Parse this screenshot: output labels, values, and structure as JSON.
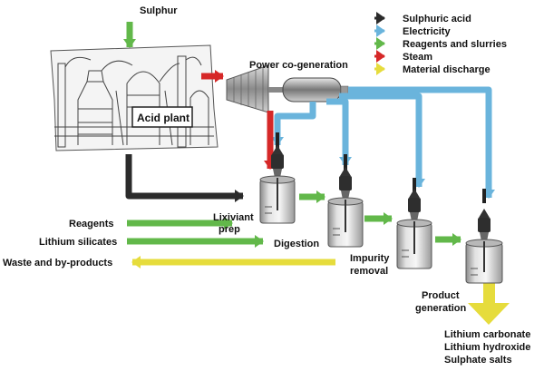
{
  "legend": [
    {
      "label": "Sulphuric acid",
      "color": "#2b2b2b"
    },
    {
      "label": "Electricity",
      "color": "#6ab4dc"
    },
    {
      "label": "Reagents and slurries",
      "color": "#62b84a"
    },
    {
      "label": "Steam",
      "color": "#d62828"
    },
    {
      "label": "Material discharge",
      "color": "#e6dc3c"
    }
  ],
  "labels": {
    "sulphur": "Sulphur",
    "acid_plant": "Acid plant",
    "power": "Power co-generation",
    "lixiviant_1": "Lixiviant",
    "lixiviant_2": "prep",
    "reagents": "Reagents",
    "lithium_silicates": "Lithium silicates",
    "digestion": "Digestion",
    "waste": "Waste and by-products",
    "impurity_1": "Impurity",
    "impurity_2": "removal",
    "product_1": "Product",
    "product_2": "generation"
  },
  "outputs": [
    "Lithium carbonate",
    "Lithium hydroxide",
    "Sulphate salts"
  ]
}
